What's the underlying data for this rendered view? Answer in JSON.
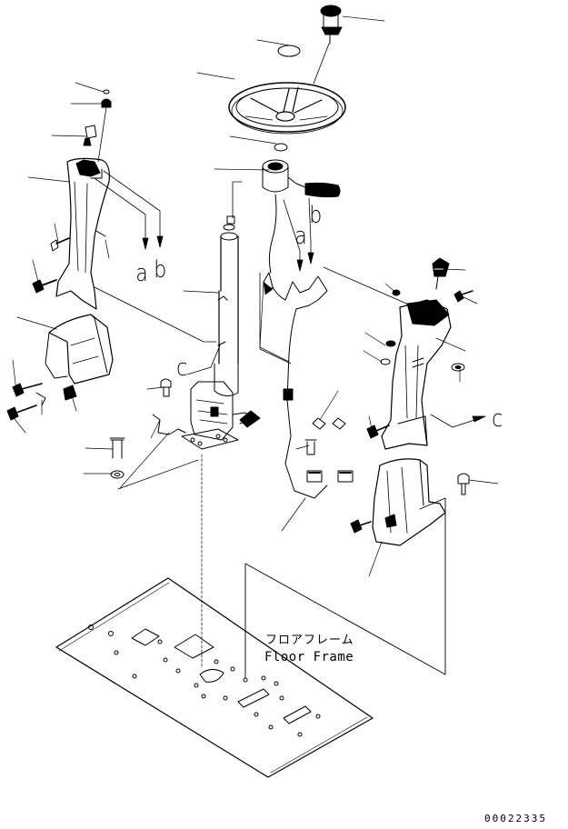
{
  "labels": {
    "ref_a1": "a",
    "ref_b1": "b",
    "ref_a2": "a",
    "ref_b2": "b",
    "ref_c1": "c",
    "ref_c2": "c",
    "floor_frame_jp": "フロアフレーム",
    "floor_frame_en": "Floor Frame",
    "drawing_code": "00022335"
  },
  "colors": {
    "line": "#000000",
    "background": "#ffffff"
  }
}
